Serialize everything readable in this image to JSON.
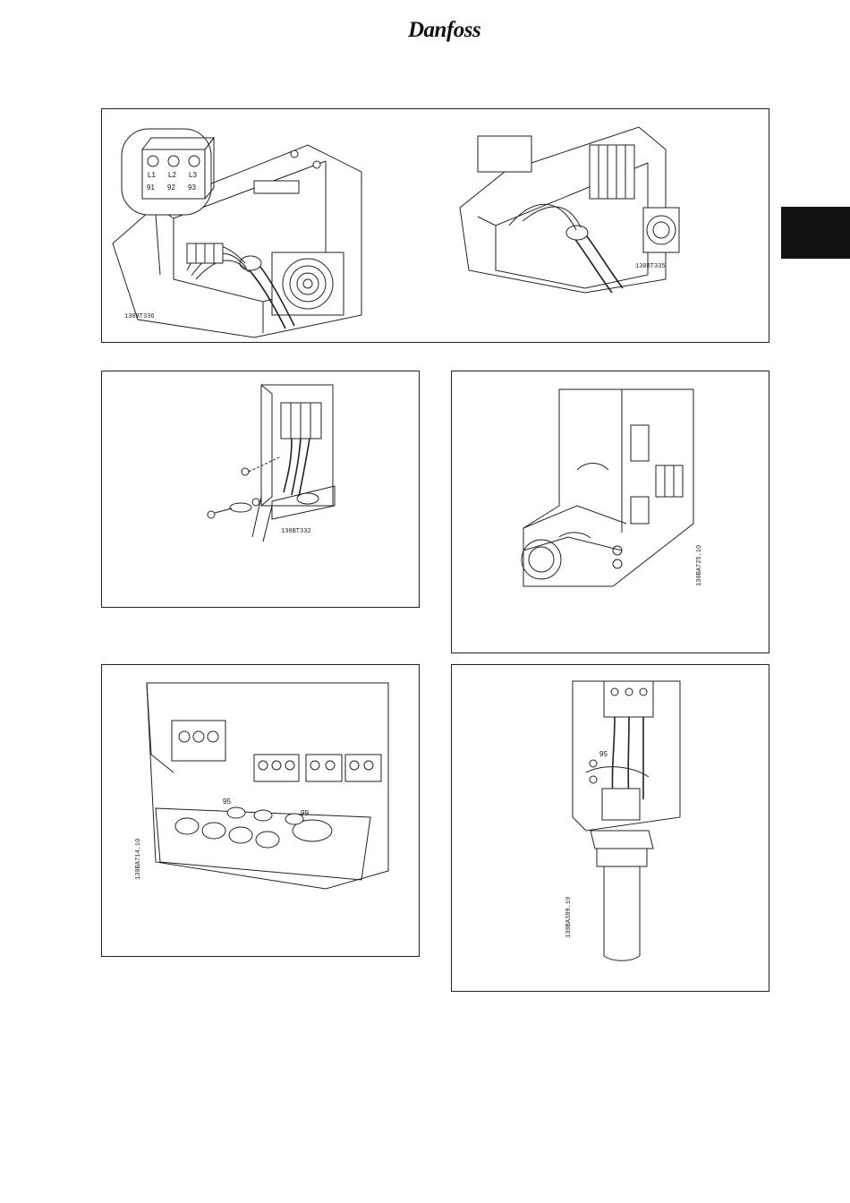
{
  "header": {
    "logo_text": "Danfoss"
  },
  "figures": [
    {
      "id": "fig-a1",
      "code": "130BT336",
      "terminals": [
        "91",
        "92",
        "93"
      ],
      "phases": [
        "L1",
        "L2",
        "L3"
      ]
    },
    {
      "id": "fig-a2",
      "code": "130BT335"
    },
    {
      "id": "fig-b",
      "code": "130BT332"
    },
    {
      "id": "fig-c",
      "code": "130BA725.10"
    },
    {
      "id": "fig-d",
      "code": "130BA714.10",
      "labels": [
        "95",
        "99"
      ]
    },
    {
      "id": "fig-e",
      "code": "130BA389.10",
      "labels": [
        "95"
      ]
    }
  ]
}
